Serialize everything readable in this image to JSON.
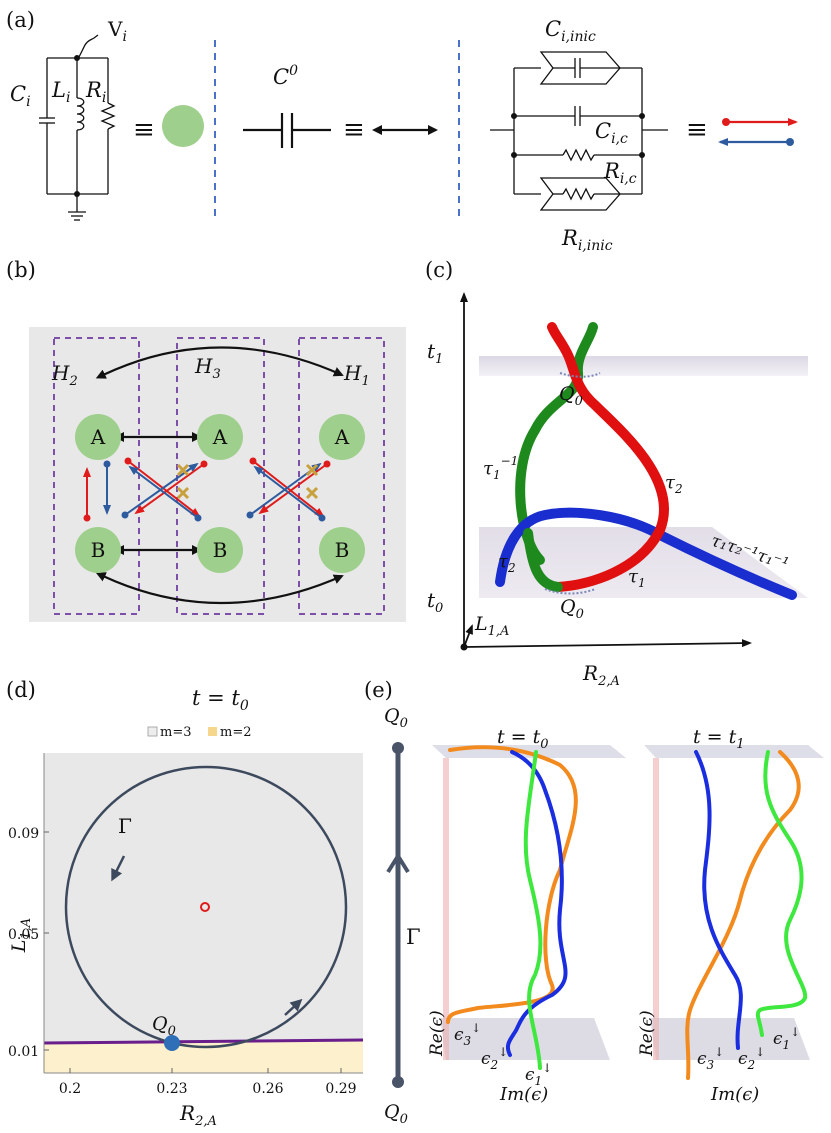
{
  "panel_labels": {
    "a": "(a)",
    "b": "(b)",
    "c": "(c)",
    "d": "(d)",
    "e": "(e)"
  },
  "a": {
    "Ci": "C",
    "Ci_sub": "i",
    "Li": "L",
    "Li_sub": "i",
    "Ri": "R",
    "Ri_sub": "i",
    "Vi": "V",
    "Vi_sub": "i",
    "equiv": "≡",
    "C0": "C",
    "C0_sup": "0",
    "Cinic": "C",
    "Cinic_sub": "i,inic",
    "Cc": "C",
    "Cc_sub": "i,c",
    "Rc": "R",
    "Rc_sub": "i,c",
    "Rinic": "R",
    "Rinic_sub": "i,inic",
    "colors": {
      "node": "#9fcf8c",
      "red": "#e01b1b",
      "blue": "#2e5a9e",
      "dash": "#4a72c8"
    }
  },
  "b": {
    "H2": "H",
    "H2_sub": "2",
    "H3": "H",
    "H3_sub": "3",
    "H1": "H",
    "H1_sub": "1",
    "A": "A",
    "B": "B",
    "colors": {
      "background": "#e8e8e8",
      "box": "#7c4fa8",
      "cross": "#c8a03c"
    }
  },
  "c": {
    "t1": "t",
    "t1_sub": "1",
    "t0": "t",
    "t0_sub": "0",
    "Q0_top": "Q",
    "Q0_top_sub": "0",
    "Q0_bot": "Q",
    "Q0_bot_sub": "0",
    "tau1inv": "τ",
    "tau1inv_sub": "1",
    "tau1inv_sup": "−1",
    "tau2_right": "τ",
    "tau2_right_sub": "2",
    "tau2_left": "τ",
    "tau2_left_sub": "2",
    "tau1": "τ",
    "tau1_sub": "1",
    "braid_label": "τ₁τ₂⁻¹τ₁⁻¹",
    "ylabel": "L",
    "ylabel_sub": "1,A",
    "xlabel": "R",
    "xlabel_sub": "2,A",
    "colors": {
      "green": "#1e8a1e",
      "red": "#e01010",
      "blue": "#1a2ed0"
    }
  },
  "d": {
    "title": "t = t",
    "title_sub": "0",
    "legend_m3": "m=3",
    "legend_m2": "m=2",
    "gamma": "Γ",
    "Q0": "Q",
    "Q0_sub": "0",
    "ylabel": "L",
    "ylabel_sub": "1,A",
    "xlabel": "R",
    "xlabel_sub": "2,A",
    "xticks": [
      "0.2",
      "0.23",
      "0.26",
      "0.29"
    ],
    "yticks": [
      "0.09",
      "0.05",
      "0.01"
    ],
    "colors": {
      "m3": "#e8e8e8",
      "m2": "#fdf0cc",
      "boundary": "#6a1e8c",
      "loop": "#3d4a5e",
      "dot": "#2e6fb8"
    }
  },
  "e": {
    "Q0_top": "Q",
    "Q0_top_sub": "0",
    "Q0_bot": "Q",
    "Q0_bot_sub": "0",
    "gamma": "Γ",
    "title_left": "t = t",
    "title_left_sub": "0",
    "title_right": "t = t",
    "title_right_sub": "1",
    "re": "Re(ϵ)",
    "im": "Im(ϵ)",
    "eps3": "ϵ",
    "eps3_sub": "3",
    "eps2": "ϵ",
    "eps2_sub": "2",
    "eps1": "ϵ",
    "eps1_sub": "1",
    "eps_sup": "↓",
    "colors": {
      "orange": "#f28a1e",
      "blue": "#1a2ee0",
      "green": "#3ee83e",
      "axis": "#4a5468"
    }
  }
}
